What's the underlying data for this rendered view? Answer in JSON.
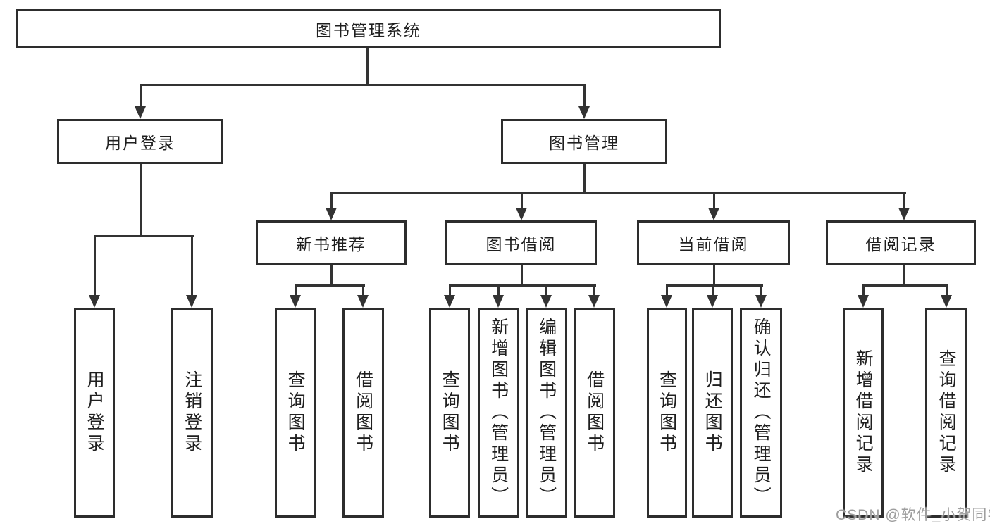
{
  "diagram": {
    "type": "hierarchy-tree",
    "tree": {
      "root": {
        "label": "图书管理系统",
        "children": [
          {
            "label": "用户登录",
            "children": [
              {
                "label": "用户登录"
              },
              {
                "label": "注销登录"
              }
            ]
          },
          {
            "label": "图书管理",
            "children": [
              {
                "label": "新书推荐",
                "children": [
                  {
                    "label": "查询图书"
                  },
                  {
                    "label": "借阅图书"
                  }
                ]
              },
              {
                "label": "图书借阅",
                "children": [
                  {
                    "label": "查询图书"
                  },
                  {
                    "label": "新增图书（管理员）"
                  },
                  {
                    "label": "编辑图书（管理员）"
                  },
                  {
                    "label": "借阅图书"
                  }
                ]
              },
              {
                "label": "当前借阅",
                "children": [
                  {
                    "label": "查询图书"
                  },
                  {
                    "label": "归还图书"
                  },
                  {
                    "label": "确认归还（管理员）"
                  }
                ]
              },
              {
                "label": "借阅记录",
                "children": [
                  {
                    "label": "新增借阅记录"
                  },
                  {
                    "label": "查询借阅记录"
                  }
                ]
              }
            ]
          }
        ]
      }
    },
    "colors": {
      "background": "#ffffff",
      "box_border": "#2d2d2d",
      "line": "#333333",
      "text": "#1f1f1f",
      "watermark": "#9e9e9e"
    }
  },
  "watermark": {
    "text": "CSDN @软件_小贺同学"
  }
}
